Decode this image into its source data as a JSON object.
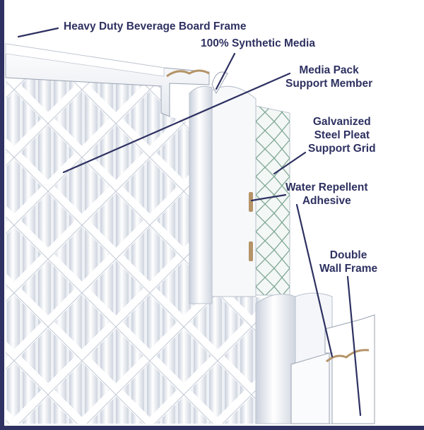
{
  "diagram": {
    "colors": {
      "label_text": "#2e3161",
      "leader_line": "#2e3161",
      "border": "#2e3161",
      "pleat_shadow": "#d6dce6",
      "grid_wire": "#7fa896",
      "adhesive": "#b59468"
    },
    "labels": {
      "frame": "Heavy Duty Beverage Board Frame",
      "media": "100% Synthetic Media",
      "support": [
        "Media Pack",
        "Support Member"
      ],
      "grid": [
        "Galvanized",
        "Steel Pleat",
        "Support Grid"
      ],
      "adhesive": [
        "Water Repellent",
        "Adhesive"
      ],
      "double_wall": [
        "Double",
        "Wall Frame"
      ]
    }
  }
}
